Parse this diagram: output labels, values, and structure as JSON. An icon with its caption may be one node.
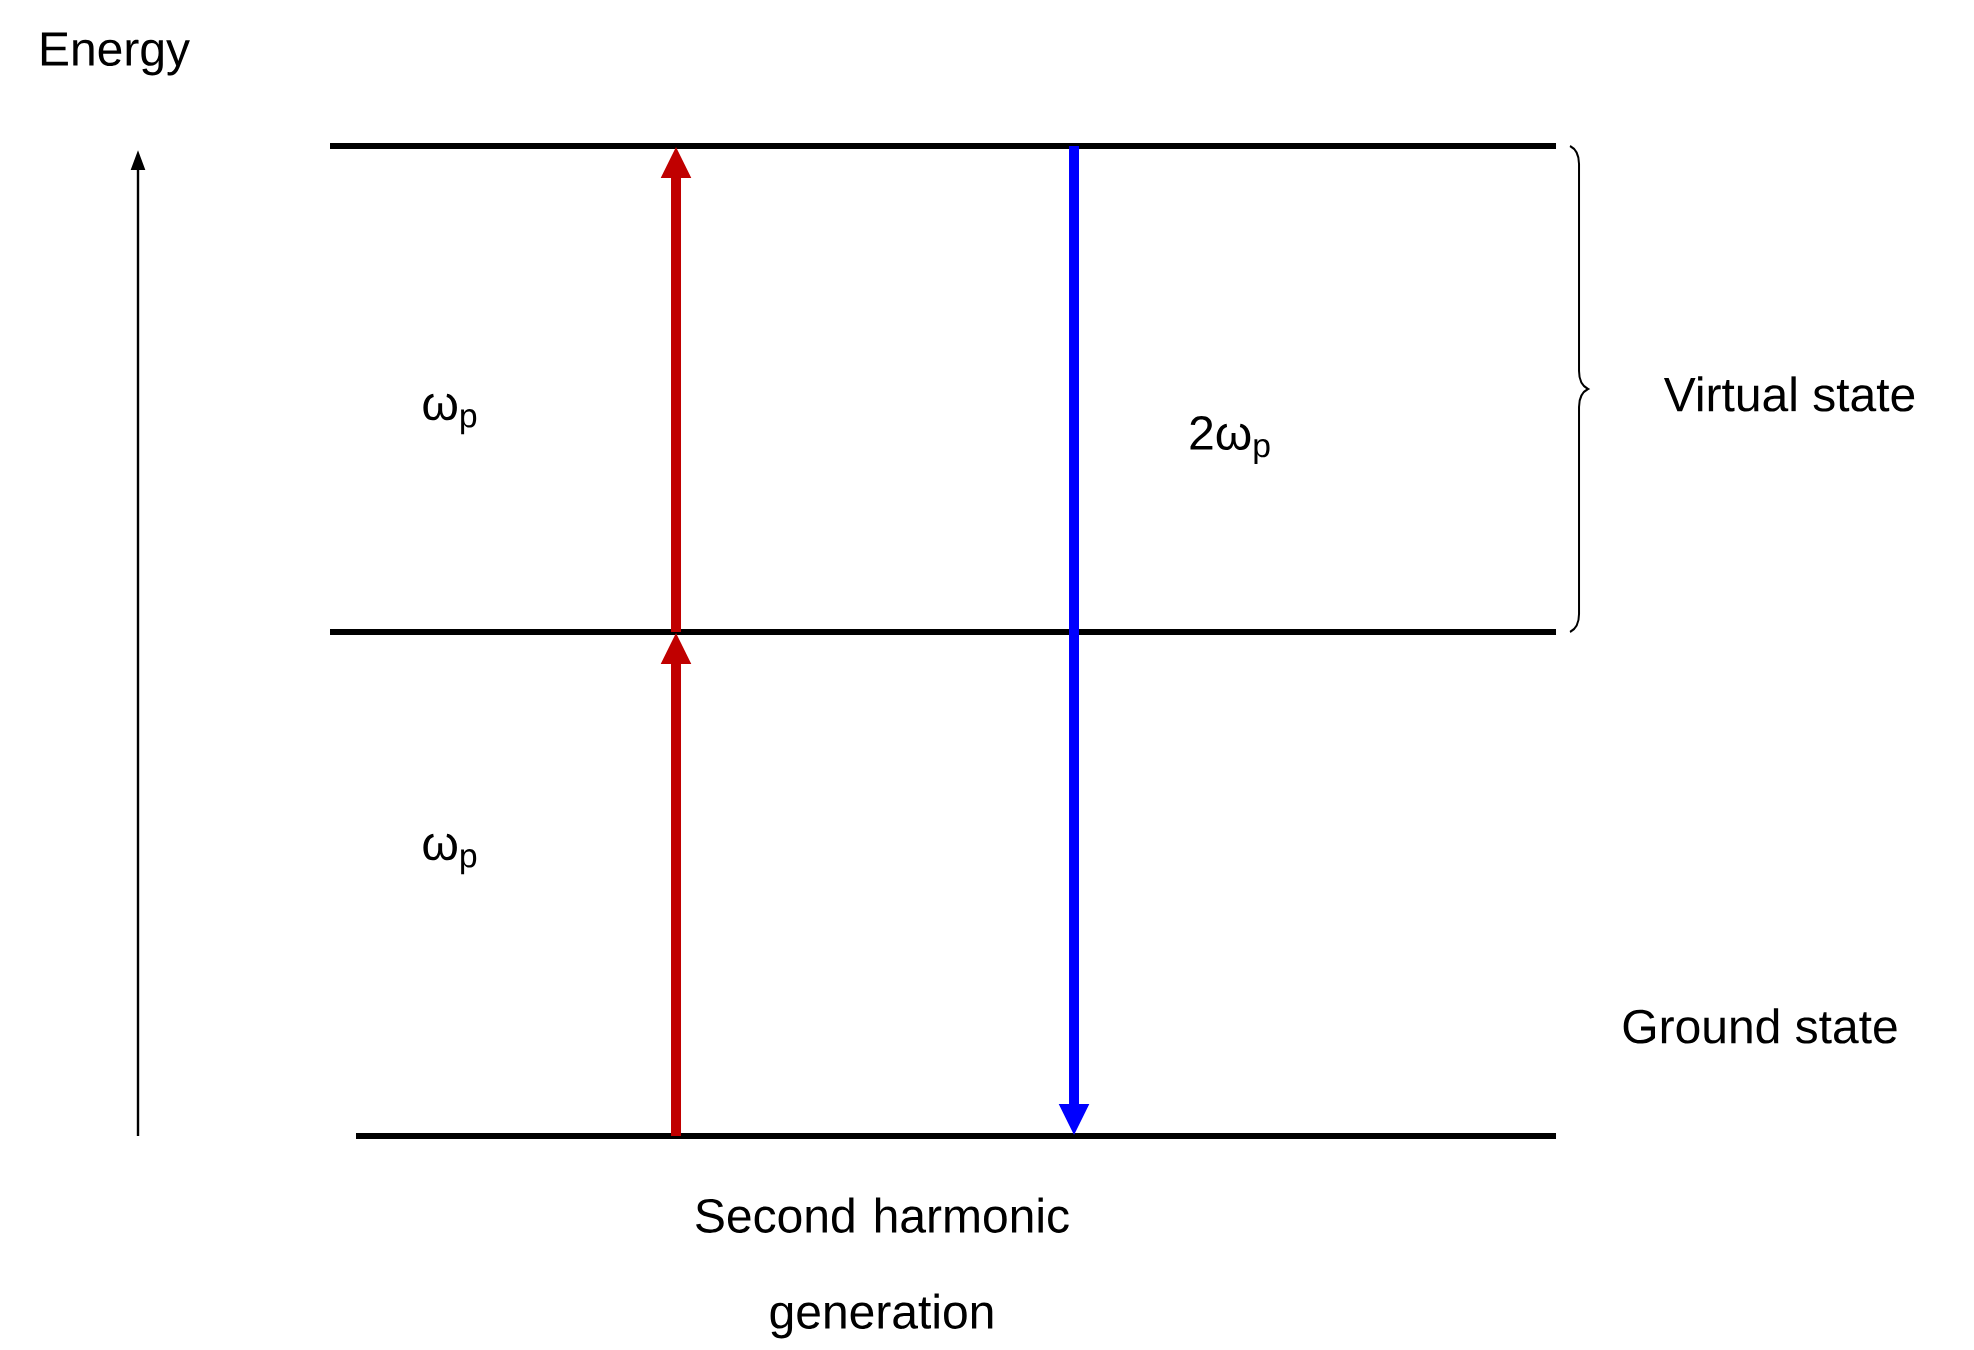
{
  "diagram": {
    "caption": "Second harmonic generation",
    "nodes": [
      {
        "text": [],
        "shape": "bar"
      },
      {
        "text": [],
        "shape": "bar"
      },
      {
        "text": [],
        "shape": "bar"
      }
    ],
    "edges": [
      {
        "from": 2,
        "to": 1,
        "arrow": "to",
        "color": "#c00000"
      },
      {
        "from": 1,
        "to": 0,
        "arrow": "to",
        "color": "#c00000"
      },
      {
        "from": 0,
        "to": 2,
        "arrow": "to",
        "color": "#0000ff"
      }
    ],
    "labels": [
      "Energy",
      "ω$_{p}$",
      "2ω$_{p}$",
      "Virtual state",
      "ω$_{p}$",
      "Ground state"
    ]
  }
}
